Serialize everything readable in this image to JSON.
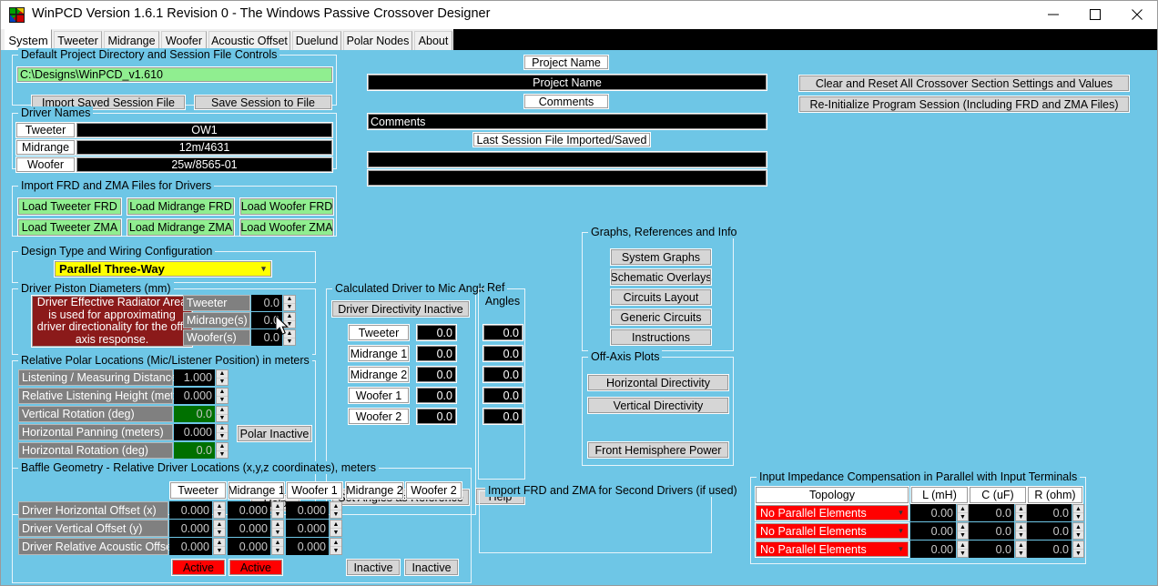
{
  "window": {
    "title": "WinPCD Version 1.6.1 Revision 0 - The Windows Passive Crossover Designer",
    "minimize_label": "minimize-icon",
    "maximize_label": "maximize-icon",
    "close_label": "close-icon"
  },
  "tabs": [
    {
      "label": "System",
      "active": true
    },
    {
      "label": "Tweeter",
      "active": false
    },
    {
      "label": "Midrange",
      "active": false
    },
    {
      "label": "Woofer",
      "active": false
    },
    {
      "label": "Acoustic Offset",
      "active": false
    },
    {
      "label": "Duelund",
      "active": false
    },
    {
      "label": "Polar Nodes",
      "active": false
    },
    {
      "label": "About",
      "active": false
    }
  ],
  "session": {
    "legend": "Default Project Directory and Session File Controls",
    "path_value": "C:\\Designs\\WinPCD_v1.610",
    "import_label": "Import Saved Session File",
    "save_label": "Save Session to File"
  },
  "driver_names": {
    "legend": "Driver Names",
    "rows": [
      {
        "label": "Tweeter",
        "value": "OW1"
      },
      {
        "label": "Midrange",
        "value": "12m/4631"
      },
      {
        "label": "Woofer",
        "value": "25w/8565-01"
      }
    ]
  },
  "import_files": {
    "legend": "Import FRD and ZMA Files for Drivers",
    "buttons": [
      "Load Tweeter FRD",
      "Load Midrange FRD",
      "Load Woofer FRD",
      "Load Tweeter ZMA",
      "Load Midrange ZMA",
      "Load Woofer ZMA"
    ]
  },
  "design_type": {
    "legend": "Design Type and Wiring Configuration",
    "selected": "Parallel Three-Way"
  },
  "piston": {
    "legend": "Driver Piston Diameters (mm)",
    "note": "Driver Effective Radiator Area is used for approximating driver directionality for the off-axis response.",
    "rows": [
      {
        "label": "Tweeter",
        "value": "0.0"
      },
      {
        "label": "Midrange(s)",
        "value": "0.0"
      },
      {
        "label": "Woofer(s)",
        "value": "0.0"
      }
    ]
  },
  "polar": {
    "legend": "Relative Polar Locations  (Mic/Listener Position) in meters",
    "rows": [
      {
        "label": "Listening / Measuring Distance",
        "value": "1.000",
        "green": false
      },
      {
        "label": "Relative Listening Height (meters)",
        "value": "0.000",
        "green": false
      },
      {
        "label": "Vertical Rotation (deg)",
        "value": "0.0",
        "green": true
      },
      {
        "label": "Horizontal Panning (meters)",
        "value": "0.000",
        "green": false
      },
      {
        "label": "Horizontal Rotation (deg)",
        "value": "0.0",
        "green": true
      }
    ],
    "polar_status_label": "Polar Inactive",
    "help_label": "Help"
  },
  "mic_angle": {
    "legend": "Calculated Driver to Mic Angle",
    "directivity_label": "Driver Directivity Inactive",
    "rows": [
      {
        "label": "Tweeter",
        "angle": "0.0",
        "ref": "0.0"
      },
      {
        "label": "Midrange 1",
        "angle": "0.0",
        "ref": "0.0"
      },
      {
        "label": "Midrange 2",
        "angle": "0.0",
        "ref": "0.0"
      },
      {
        "label": "Woofer 1",
        "angle": "0.0",
        "ref": "0.0"
      },
      {
        "label": "Woofer 2",
        "angle": "0.0",
        "ref": "0.0"
      }
    ],
    "set_ref_label": "Set Angles as Reference",
    "help_label": "Help",
    "ref_legend_line1": "Ref",
    "ref_legend_line2": "Angles"
  },
  "project": {
    "name_button": "Project Name",
    "name_value": "Project Name",
    "comments_button": "Comments",
    "comments_value": "Comments",
    "last_session_button": "Last Session File Imported/Saved",
    "last_session_value_1": "",
    "last_session_value_2": ""
  },
  "reset": {
    "clear_label": "Clear and Reset All Crossover Section Settings and Values",
    "reinit_label": "Re-Initialize Program Session (Including FRD and ZMA Files)"
  },
  "graphs": {
    "legend": "Graphs, References and Info",
    "buttons": [
      "System Graphs",
      "Schematic Overlays",
      "Circuits Layout",
      "Generic Circuits",
      "Instructions"
    ]
  },
  "offaxis": {
    "legend": "Off-Axis Plots",
    "buttons": [
      "Horizontal Directivity",
      "Vertical Directivity"
    ],
    "front_hemisphere_label": "Front Hemisphere Power"
  },
  "baffle": {
    "legend": "Baffle Geometry - Relative Driver Locations (x,y,z coordinates), meters",
    "columns": [
      "Tweeter",
      "Midrange 1",
      "Woofer 1",
      "Midrange 2",
      "Woofer 2"
    ],
    "rows": [
      {
        "label": "Driver Horizontal Offset (x)",
        "values": [
          "0.000",
          "0.000",
          "0.000"
        ]
      },
      {
        "label": "Driver Vertical Offset (y)",
        "values": [
          "0.000",
          "0.000",
          "0.000"
        ]
      },
      {
        "label": "Driver Relative Acoustic Offset (z)",
        "values": [
          "0.000",
          "0.000",
          "0.000"
        ]
      }
    ],
    "status": [
      {
        "label": "Active",
        "state": "active"
      },
      {
        "label": "Active",
        "state": "active"
      },
      {
        "label": "Inactive",
        "state": "inactive"
      },
      {
        "label": "Inactive",
        "state": "inactive"
      }
    ]
  },
  "second_drivers": {
    "legend": "Import FRD and ZMA for Second Drivers (if used)"
  },
  "impedance": {
    "legend": "Input Impedance Compensation in Parallel with Input Terminals",
    "columns": [
      "Topology",
      "L (mH)",
      "C (uF)",
      "R (ohm)"
    ],
    "rows": [
      {
        "topology": "No Parallel Elements",
        "l": "0.00",
        "c": "0.0",
        "r": "0.0"
      },
      {
        "topology": "No Parallel Elements",
        "l": "0.00",
        "c": "0.0",
        "r": "0.0"
      },
      {
        "topology": "No Parallel Elements",
        "l": "0.00",
        "c": "0.0",
        "r": "0.0"
      }
    ]
  },
  "colors": {
    "form_background": "#6ec6e6",
    "green_button": "#90ee90",
    "yellow_combo": "#ffff00",
    "red_status": "#ff0000",
    "dark_red_note": "#8b1a1a"
  }
}
